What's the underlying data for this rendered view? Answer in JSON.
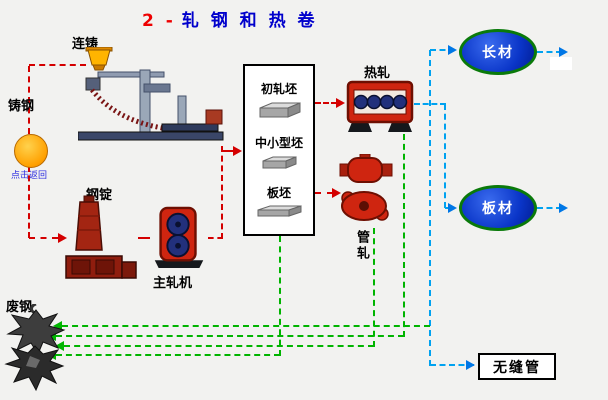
{
  "title": {
    "number": "2 -",
    "text": "轧 钢 和 热 卷"
  },
  "nodes": {
    "continuous_casting": {
      "label": "连铸"
    },
    "cast_steel": {
      "label": "铸钢",
      "hint": "点击返回"
    },
    "steel_ingot": {
      "label": "钢锭"
    },
    "blooming_mill": {
      "label": "主轧机"
    },
    "scrap_steel": {
      "label": "废钢"
    },
    "hot_rolling": {
      "label": "热轧"
    },
    "tube_rolling": {
      "label": "管轧"
    },
    "long_products": {
      "label": "长材"
    },
    "plate_products": {
      "label": "板材"
    },
    "seamless_pipe": {
      "label": "无缝管"
    }
  },
  "billet_box": {
    "items": [
      {
        "label": "初轧坯"
      },
      {
        "label": "中小型坯"
      },
      {
        "label": "板坯"
      }
    ]
  },
  "colors": {
    "red_line": "#d40000",
    "blue_line": "#00a2f0",
    "green_line": "#00b400",
    "blue_arrow": "#0077e6",
    "ellipse_fill": "#0a35c8",
    "ellipse_border": "#0a7a0a",
    "title_red": "#ee0000",
    "title_blue": "#0000cc",
    "machine_red": "#cf2510",
    "cast_circle_orange": "#ffa000"
  }
}
